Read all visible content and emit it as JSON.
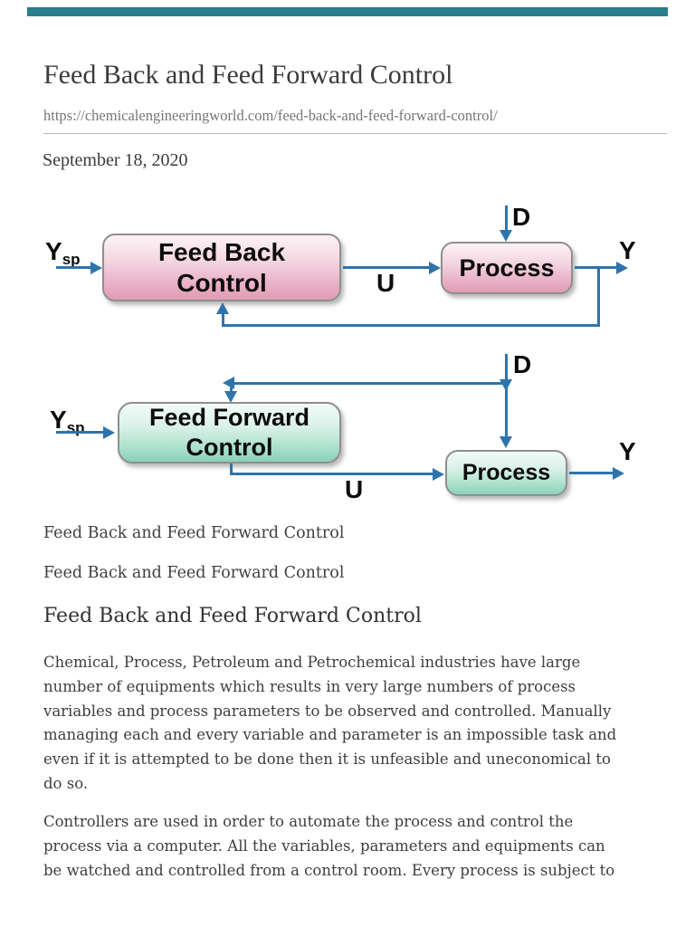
{
  "page": {
    "top_bar_color": "#2a7d8c",
    "title": "Feed Back and Feed Forward Control",
    "url": "https://chemicalengineeringworld.com/feed-back-and-feed-forward-control/",
    "date": "September 18, 2020",
    "captions": [
      "Feed Back and Feed Forward Control",
      "Feed Back and Feed Forward Control"
    ],
    "heading": "Feed Back and Feed Forward Control",
    "paragraphs": [
      "Chemical, Process, Petroleum and Petrochemical industries have large\nnumber of equipments which results in very large numbers of process\nvariables and process parameters to be observed and controlled. Manually\nmanaging each and every variable and parameter is an impossible task and\neven if it is attempted to be done then it is unfeasible and uneconomical to\ndo so.",
      "Controllers are used in order to automate the process and control the\nprocess via a computer. All the variables, parameters and equipments can\nbe watched and controlled from a control room. Every process is subject to"
    ]
  },
  "colors": {
    "arrow_blue": "#2e74ab",
    "box_border_gray": "#8f8f8f",
    "feedback_box_top": "#fdf3f6",
    "feedback_box_bottom": "#e09cb4",
    "feedforward_box_top": "#f2fbf7",
    "feedforward_box_bottom": "#8bd1ba"
  },
  "fb": {
    "setpoint": "Y",
    "setpoint_sub": "sp",
    "controller_line1": "Feed Back",
    "controller_line2": "Control",
    "u": "U",
    "d": "D",
    "process": "Process",
    "output": "Y"
  },
  "ff": {
    "setpoint": "Y",
    "setpoint_sub": "sp",
    "controller_line1": "Feed Forward",
    "controller_line2": "Control",
    "u": "U",
    "d": "D",
    "process": "Process",
    "output": "Y"
  }
}
